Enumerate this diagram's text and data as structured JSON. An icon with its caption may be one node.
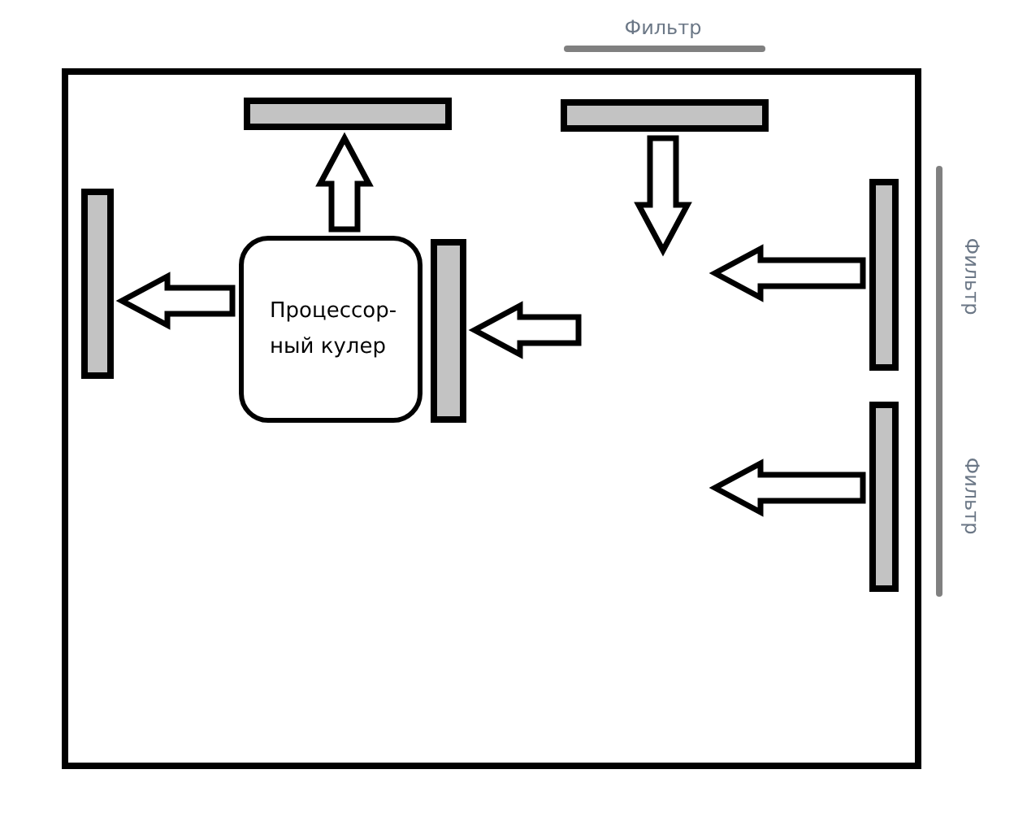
{
  "diagram": {
    "nodes": [
      {
        "text": [],
        "shape": "box"
      },
      {
        "text": [],
        "shape": "bar",
        "in": 0
      },
      {
        "text": [],
        "shape": "bar",
        "in": 0
      },
      {
        "text": [],
        "shape": "bar",
        "in": 0
      },
      {
        "text": [
          "Процессор- ный кулер"
        ],
        "in": 0
      },
      {
        "text": [],
        "shape": "bar",
        "in": 0
      },
      {
        "text": [],
        "shape": "bar",
        "in": 0
      },
      {
        "text": [],
        "shape": "bar",
        "in": 0
      }
    ],
    "edges": [
      {
        "from": 4,
        "to": 1,
        "arrow": "to"
      },
      {
        "from": 4,
        "to": 3,
        "arrow": "to"
      },
      {
        "from": null,
        "to": 5,
        "arrow": "to"
      },
      {
        "from": 2,
        "to": null,
        "arrow": "to"
      },
      {
        "from": 6,
        "to": null,
        "arrow": "to"
      },
      {
        "from": 7,
        "to": null,
        "arrow": "to"
      }
    ],
    "labels": [
      "Фильтр",
      "Фильтр",
      "Фильтр"
    ]
  }
}
